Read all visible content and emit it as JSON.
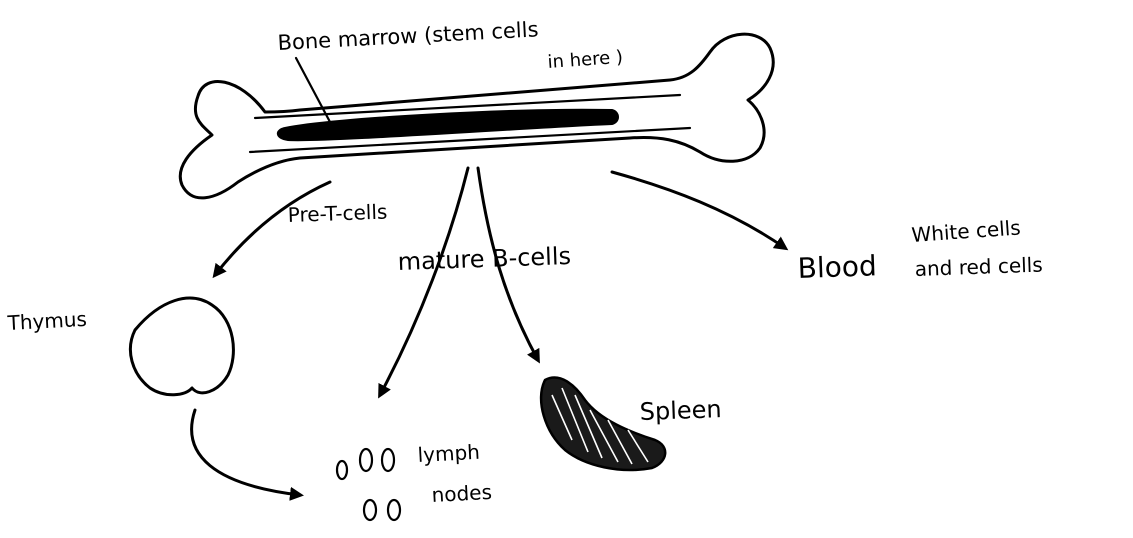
{
  "labels": {
    "bone_marrow_line1": "Bone marrow (stem cells",
    "bone_marrow_line2": "in here )",
    "pre_t_cells": "Pre-T-cells",
    "mature_b_cells": "mature B-cells",
    "blood": "Blood",
    "white_cells": "White cells",
    "red_cells": "and red cells",
    "thymus": "Thymus",
    "spleen": "Spleen",
    "lymph": "lymph",
    "nodes": "nodes"
  }
}
